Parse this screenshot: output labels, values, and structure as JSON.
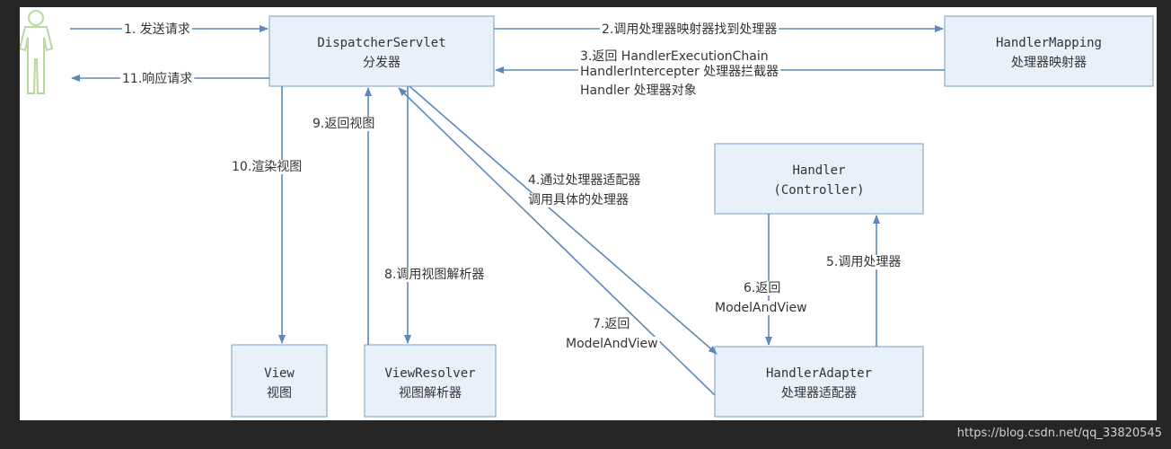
{
  "colors": {
    "box_fill": "#e8f0f8",
    "box_stroke": "#8aaed0",
    "arrow": "#5a88b8",
    "person": "#b8d8a0"
  },
  "boxes": {
    "dispatcher": {
      "line1": "DispatcherServlet",
      "line2": "分发器"
    },
    "mapping": {
      "line1": "HandlerMapping",
      "line2": "处理器映射器"
    },
    "handler": {
      "line1": "Handler",
      "line2": "(Controller)"
    },
    "adapter": {
      "line1": "HandlerAdapter",
      "line2": "处理器适配器"
    },
    "view": {
      "line1": "View",
      "line2": "视图"
    },
    "resolver": {
      "line1": "ViewResolver",
      "line2": "视图解析器"
    }
  },
  "labels": {
    "step1": "1. 发送请求",
    "step11": "11.响应请求",
    "step2": "2.调用处理器映射器找到处理器",
    "step3_a": "3.返回 HandlerExecutionChain",
    "step3_b": "HandlerIntercepter 处理器拦截器",
    "step3_c": "Handler 处理器对象",
    "step4_a": "4.通过处理器适配器",
    "step4_b": "调用具体的处理器",
    "step5": "5.调用处理器",
    "step6_a": "6.返回",
    "step6_b": "ModelAndView",
    "step7_a": "7.返回",
    "step7_b": "ModelAndView",
    "step8": "8.调用视图解析器",
    "step9": "9.返回视图",
    "step10": "10.渲染视图"
  },
  "watermark": "https://blog.csdn.net/qq_33820545"
}
